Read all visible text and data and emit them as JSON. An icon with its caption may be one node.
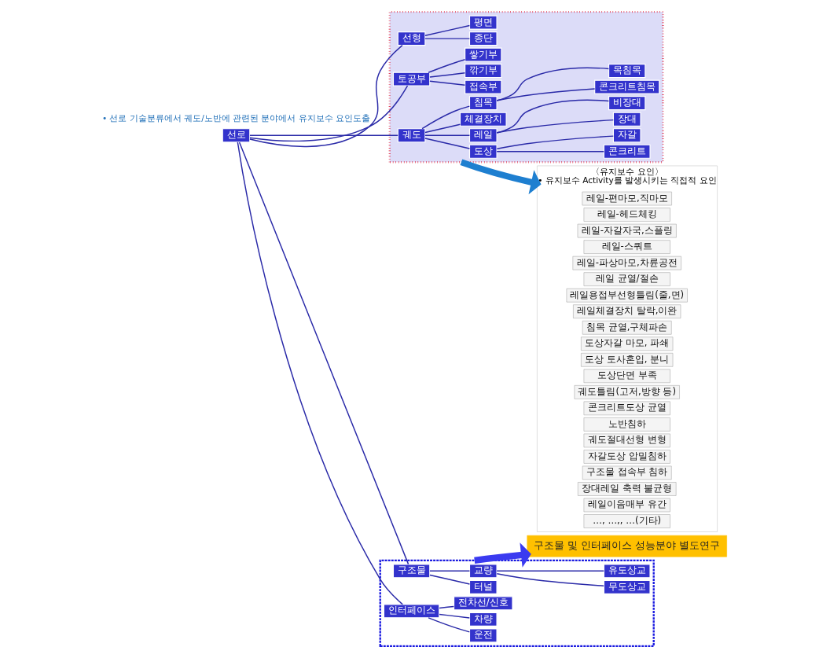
{
  "diagram": {
    "nodes": [
      {
        "text": [
          "선로"
        ]
      },
      {
        "text": [],
        "shape": "box"
      },
      {
        "text": [
          "궤도"
        ],
        "in": 1
      },
      {
        "text": [
          "레일"
        ],
        "in": 1
      },
      {
        "text": [
          "장대"
        ],
        "in": 1
      },
      {
        "text": [
          "비장대"
        ],
        "in": 1
      },
      {
        "text": [
          "체결장치"
        ],
        "in": 1
      },
      {
        "text": [
          "침목"
        ],
        "in": 1
      },
      {
        "text": [
          "콘크리트침목"
        ],
        "in": 1
      },
      {
        "text": [
          "목침목"
        ],
        "in": 1
      },
      {
        "text": [
          "도상"
        ],
        "in": 1
      },
      {
        "text": [
          "콘크리트"
        ],
        "in": 1
      },
      {
        "text": [
          "자갈"
        ],
        "in": 1
      },
      {
        "text": [
          "토공부"
        ],
        "in": 1
      },
      {
        "text": [
          "접속부"
        ],
        "in": 1
      },
      {
        "text": [
          "깎기부"
        ],
        "in": 1
      },
      {
        "text": [
          "쌓기부"
        ],
        "in": 1
      },
      {
        "text": [
          "선형"
        ],
        "in": 1
      },
      {
        "text": [
          "평면"
        ],
        "in": 1
      },
      {
        "text": [
          "종단"
        ],
        "in": 1
      },
      {
        "text": [],
        "shape": "box"
      },
      {
        "text": [
          "구조물"
        ],
        "in": 20
      },
      {
        "text": [
          "교량"
        ],
        "in": 20
      },
      {
        "text": [
          "터널"
        ],
        "in": 20
      },
      {
        "text": [
          "무도상교"
        ],
        "in": 20
      },
      {
        "text": [
          "유도상교"
        ],
        "in": 20
      },
      {
        "text": [
          "인터페이스"
        ],
        "in": 20
      },
      {
        "text": [
          "차량"
        ],
        "in": 20
      },
      {
        "text": [
          "전차선/신호"
        ],
        "in": 20
      },
      {
        "text": [
          "운전"
        ],
        "in": 20
      },
      {
        "text": [
          "구조물 및 인터페이스 성능분야 별도연구"
        ]
      },
      {
        "text": [
          "〈유지보수 요인〉",
          "• 유지보수 Activity를 발생시키는 직접적 요인"
        ]
      },
      {
        "text": [
          "레일-편마모,직마모"
        ],
        "in": 31
      },
      {
        "text": [
          "레일-헤드체킹"
        ],
        "in": 31
      },
      {
        "text": [
          "레일-자갈자국,스플링"
        ],
        "in": 31
      },
      {
        "text": [
          "레일-스쿼트"
        ],
        "in": 31
      },
      {
        "text": [
          "레일-파상마모,차륜공전"
        ],
        "in": 31
      },
      {
        "text": [
          "레일 균열/절손"
        ],
        "in": 31
      },
      {
        "text": [
          "레일용접부선형틀림(줄,면)"
        ],
        "in": 31
      },
      {
        "text": [
          "레일체결장치 탈락,이완"
        ],
        "in": 31
      },
      {
        "text": [
          "침목 균열,구체파손"
        ],
        "in": 31
      },
      {
        "text": [
          "도상자갈 마모, 파쇄"
        ],
        "in": 31
      },
      {
        "text": [
          "도상 토사혼입, 분니"
        ],
        "in": 31
      },
      {
        "text": [
          "도상단면 부족"
        ],
        "in": 31
      },
      {
        "text": [
          "궤도틀림(고저,방향 등)"
        ],
        "in": 31
      },
      {
        "text": [
          "콘크리트도상 균열"
        ],
        "in": 31
      },
      {
        "text": [
          "노반침하"
        ],
        "in": 31
      },
      {
        "text": [
          "궤도절대선형 변형"
        ],
        "in": 31
      },
      {
        "text": [
          "자갈도상 압밀침하"
        ],
        "in": 31
      },
      {
        "text": [
          "구조물 접속부 침하"
        ],
        "in": 31
      },
      {
        "text": [
          "장대레일 축력 불균형"
        ],
        "in": 31
      },
      {
        "text": [
          "레일이음매부 유간"
        ],
        "in": 31
      },
      {
        "text": [
          "…, …,, …(기타)"
        ],
        "in": 31
      }
    ],
    "edges": [
      {
        "from": 0,
        "to": 2,
        "arrow": "none"
      },
      {
        "from": 0,
        "to": 13,
        "arrow": "none"
      },
      {
        "from": 0,
        "to": 17,
        "arrow": "none"
      },
      {
        "from": 0,
        "to": 21,
        "arrow": "none"
      },
      {
        "from": 0,
        "to": 26,
        "arrow": "none"
      },
      {
        "from": 2,
        "to": 3,
        "arrow": "none"
      },
      {
        "from": 2,
        "to": 6,
        "arrow": "none"
      },
      {
        "from": 2,
        "to": 7,
        "arrow": "none"
      },
      {
        "from": 2,
        "to": 10,
        "arrow": "none"
      },
      {
        "from": 3,
        "to": 4,
        "arrow": "none"
      },
      {
        "from": 3,
        "to": 5,
        "arrow": "none"
      },
      {
        "from": 7,
        "to": 8,
        "arrow": "none"
      },
      {
        "from": 7,
        "to": 9,
        "arrow": "none"
      },
      {
        "from": 10,
        "to": 11,
        "arrow": "none"
      },
      {
        "from": 10,
        "to": 12,
        "arrow": "none"
      },
      {
        "from": 13,
        "to": 14,
        "arrow": "none"
      },
      {
        "from": 13,
        "to": 15,
        "arrow": "none"
      },
      {
        "from": 13,
        "to": 16,
        "arrow": "none"
      },
      {
        "from": 17,
        "to": 18,
        "arrow": "none"
      },
      {
        "from": 17,
        "to": 19,
        "arrow": "none"
      },
      {
        "from": 21,
        "to": 22,
        "arrow": "none"
      },
      {
        "from": 21,
        "to": 23,
        "arrow": "none"
      },
      {
        "from": 22,
        "to": 24,
        "arrow": "none"
      },
      {
        "from": 22,
        "to": 25,
        "arrow": "none"
      },
      {
        "from": 26,
        "to": 27,
        "arrow": "none"
      },
      {
        "from": 26,
        "to": 28,
        "arrow": "none"
      },
      {
        "from": 26,
        "to": 29,
        "arrow": "none"
      },
      {
        "from": 1,
        "to": 31,
        "arrow": "to",
        "style": "thick",
        "color": "#1e7fd0"
      },
      {
        "from": 20,
        "to": 30,
        "arrow": "to",
        "style": "thick",
        "color": "#3a3af0"
      }
    ],
    "labels": [
      "• 선로 기술분류에서 궤도/노반에 관련된 분야에서 유지보수 요인도출"
    ]
  }
}
